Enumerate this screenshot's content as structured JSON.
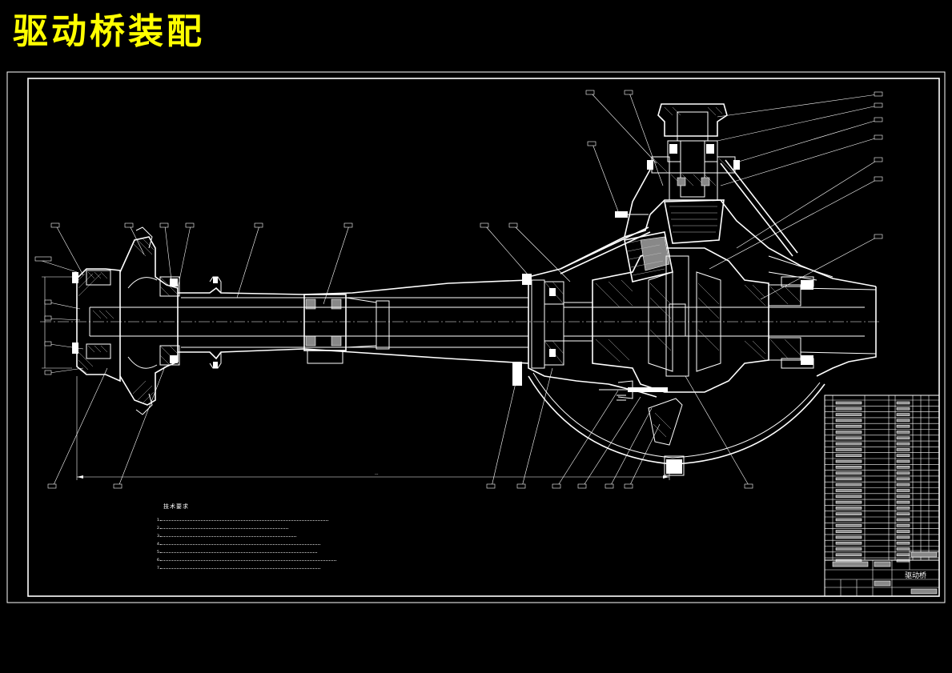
{
  "title": "驱动桥装配",
  "technical_requirements": {
    "heading": "技术要求",
    "items": [
      "1.",
      "2.",
      "3.",
      "4.",
      "5.",
      "6.",
      "7."
    ]
  },
  "title_block": {
    "drawing_name": "驱动桥"
  },
  "colors": {
    "background": "#000000",
    "title": "#ffff00",
    "lines": "#ffffff"
  }
}
